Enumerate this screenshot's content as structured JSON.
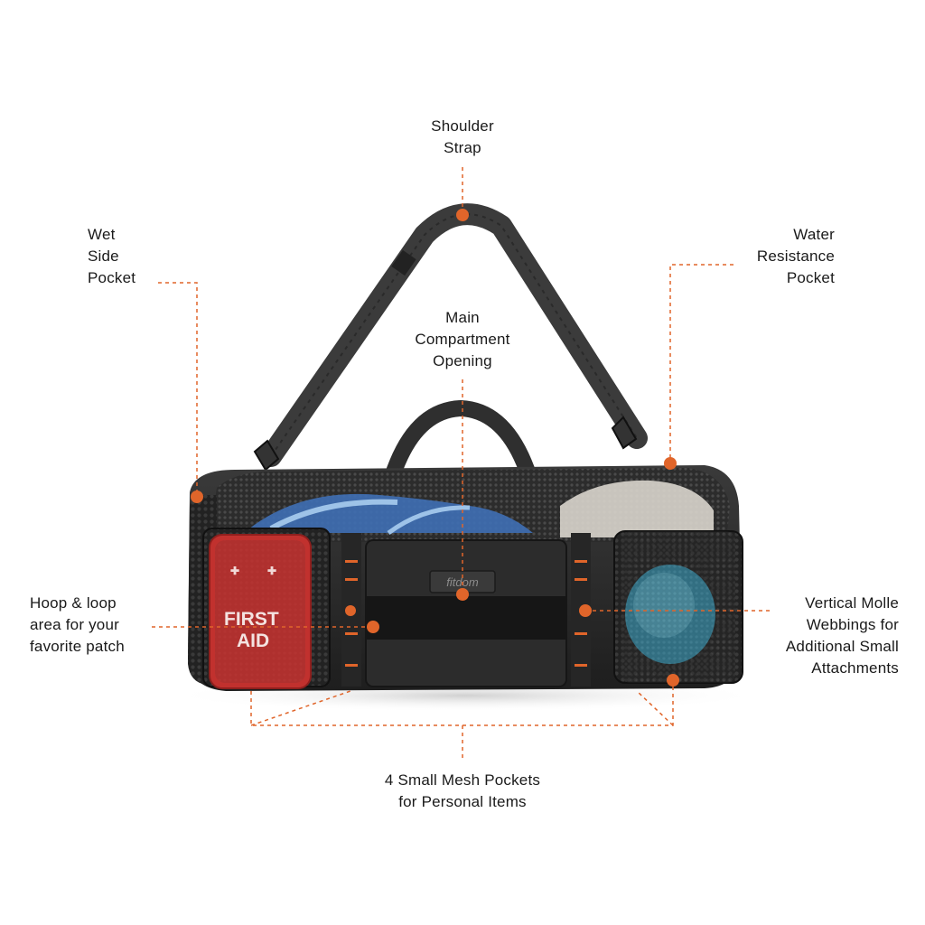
{
  "accent_color": "#e0652a",
  "brand": {
    "logo_text": "fitdom"
  },
  "patch": {
    "line1": "FIRST",
    "line2": "AID"
  },
  "callouts": {
    "shoulder_strap": [
      "Shoulder",
      "Strap"
    ],
    "wet_side_pocket": [
      "Wet",
      "Side",
      "Pocket"
    ],
    "water_resistance_pocket": [
      "Water",
      "Resistance",
      "Pocket"
    ],
    "main_compartment": [
      "Main",
      "Compartment",
      "Opening"
    ],
    "hoop_loop": [
      "Hoop & loop",
      "area for your",
      "favorite patch"
    ],
    "molle": [
      "Vertical Molle",
      "Webbings for",
      "Additional Small",
      "Attachments"
    ],
    "mesh_pockets": [
      "4 Small Mesh Pockets",
      "for Personal Items"
    ]
  }
}
